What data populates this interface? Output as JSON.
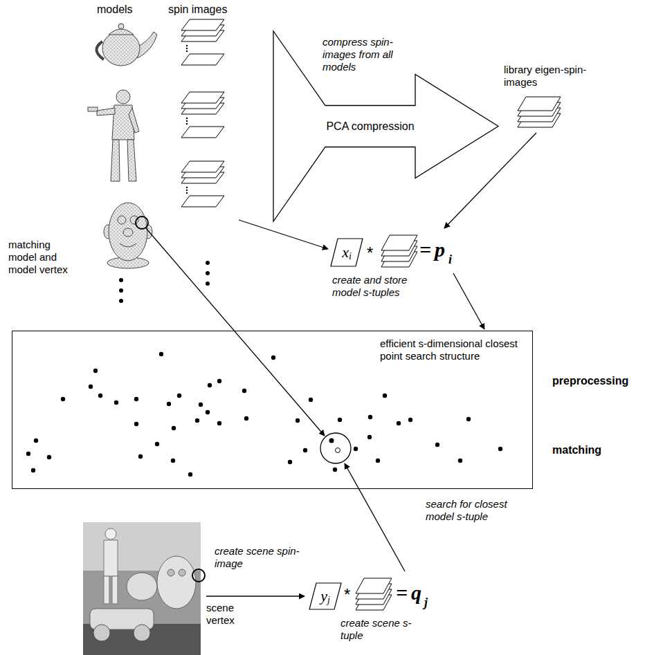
{
  "diagram": {
    "nodes": [
      {
        "text": [
          "PCA compression"
        ]
      },
      {
        "text": [
          "x",
          "i"
        ]
      },
      {
        "text": [
          "efficient s-dimensional closest point search structure"
        ]
      },
      {
        "text": [
          "y",
          "j"
        ]
      }
    ],
    "labels": [
      "models",
      "spin images",
      "compress spin-images from all models",
      "library eigen-spin-images",
      "matching model and model vertex",
      "*",
      "=",
      "p",
      "i",
      "create and store model s-tuples",
      "preprocessing",
      "matching",
      "search for closest model s-tuple",
      "create scene spin-image",
      "scene vertex",
      "*",
      "=",
      "q",
      "j",
      "create scene s-tuple"
    ]
  }
}
